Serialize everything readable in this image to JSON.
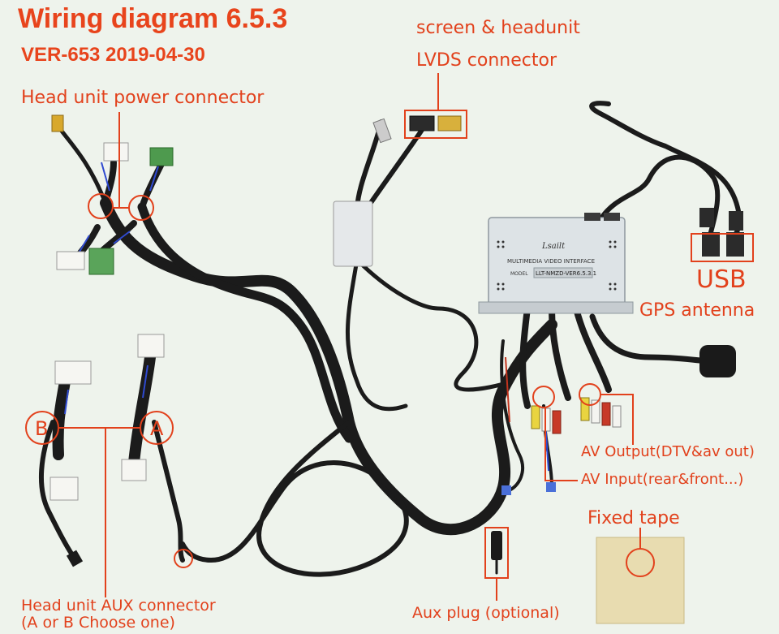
{
  "title": "Wiring diagram 6.5.3",
  "subtitle": "VER-653 2019-04-30",
  "labels": {
    "lvds_line1": "screen & headunit",
    "lvds_line2": "LVDS connector",
    "power_connector": "Head unit power connector",
    "usb": "USB",
    "gps": "GPS antenna",
    "av_output": "AV Output(DTV&av out)",
    "av_input": "AV Input(rear&front...)",
    "fixed_tape": "Fixed tape",
    "aux_plug": "Aux plug (optional)",
    "aux_connector_line1": "Head unit AUX connector",
    "aux_connector_line2": "(A or B Choose one)",
    "marker_a": "A",
    "marker_b": "B"
  },
  "module": {
    "brand": "Lsailt",
    "line1": "MULTIMEDIA  VIDEO  INTERFACE",
    "model_label": "MODEL",
    "model": "LLT-NMZD-VER6.5.3.1"
  },
  "colors": {
    "annotation": "#e2411c",
    "cable": "#1b1b1b",
    "module": "#dde3e6",
    "background": "#eef3ec"
  }
}
